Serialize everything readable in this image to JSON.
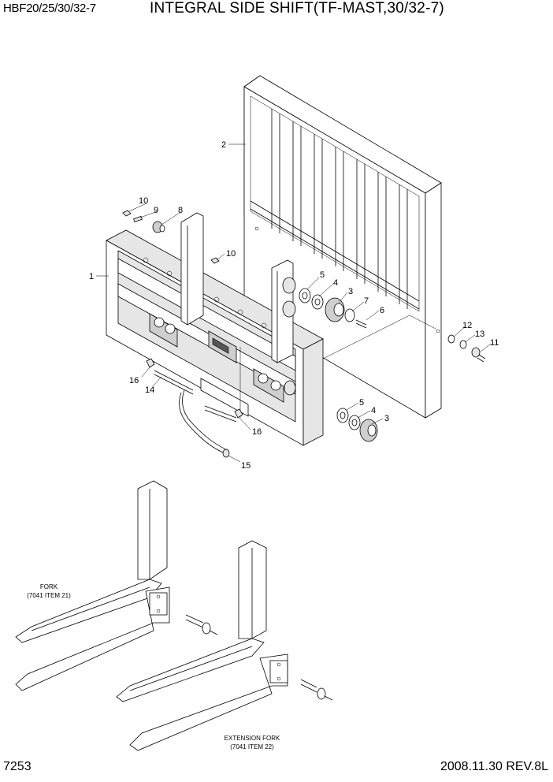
{
  "header": {
    "model": "HBF20/25/30/32-7",
    "title": "INTEGRAL SIDE SHIFT(TF-MAST,30/32-7)"
  },
  "footer": {
    "page": "7253",
    "date_rev": "2008.11.30  REV.8L"
  },
  "callouts": {
    "c1": "1",
    "c2": "2",
    "c3a": "3",
    "c3b": "3",
    "c4a": "4",
    "c4b": "4",
    "c5a": "5",
    "c5b": "5",
    "c6": "6",
    "c7": "7",
    "c8": "8",
    "c9": "9",
    "c10a": "10",
    "c10b": "10",
    "c11": "11",
    "c12": "12",
    "c13": "13",
    "c14": "14",
    "c15": "15",
    "c16a": "16",
    "c16b": "16"
  },
  "notes": {
    "fork_line1": "FORK",
    "fork_line2": "(7041 ITEM 21)",
    "ext_line1": "EXTENSION FORK",
    "ext_line2": "(7041 ITEM 22)"
  }
}
